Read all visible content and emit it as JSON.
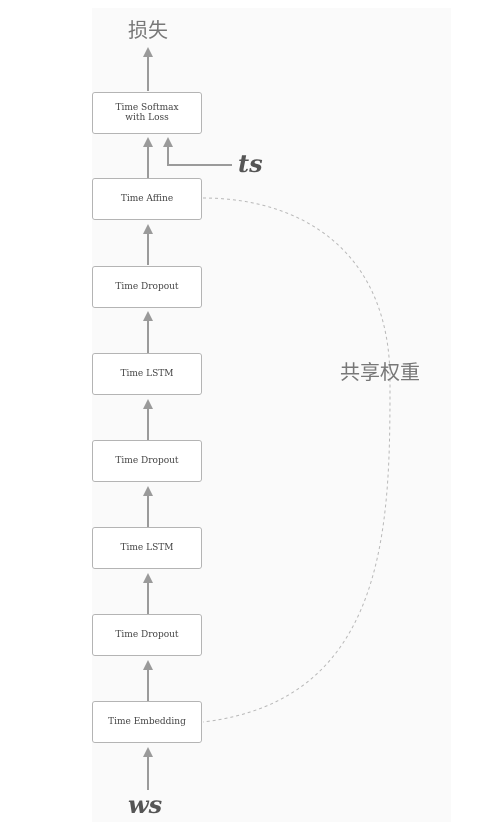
{
  "diagram": {
    "title_top": "损失",
    "shared_weights_label": "共享权重",
    "target_var": "ts",
    "input_var": "ws",
    "blocks": [
      {
        "label": "Time Softmax\nwith Loss"
      },
      {
        "label": "Time Affine"
      },
      {
        "label": "Time Dropout"
      },
      {
        "label": "Time LSTM"
      },
      {
        "label": "Time Dropout"
      },
      {
        "label": "Time LSTM"
      },
      {
        "label": "Time Dropout"
      },
      {
        "label": "Time Embedding"
      }
    ]
  }
}
